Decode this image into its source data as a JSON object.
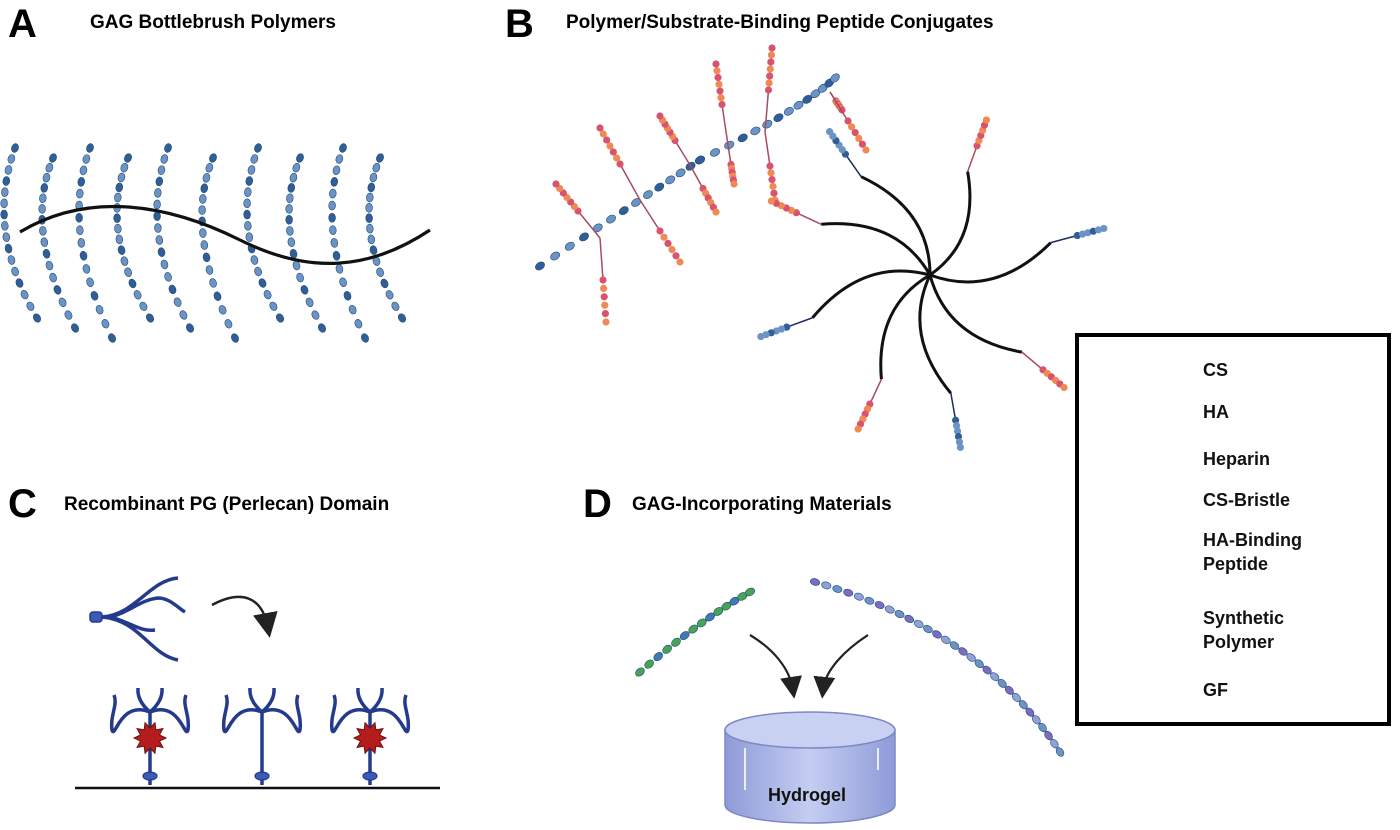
{
  "panels": {
    "A": {
      "letter": "A",
      "title": "GAG Bottlebrush Polymers"
    },
    "B": {
      "letter": "B",
      "title": "Polymer/Substrate-Binding Peptide Conjugates"
    },
    "C": {
      "letter": "C",
      "title": "Recombinant PG (Perlecan) Domain"
    },
    "D": {
      "letter": "D",
      "title": "GAG-Incorporating Materials"
    }
  },
  "hydrogel_label": "Hydrogel",
  "legend": {
    "cs": "CS",
    "ha": "HA",
    "heparin": "Heparin",
    "cs_bristle": "CS-Bristle",
    "ha_binding_peptide": "HA-Binding Peptide",
    "synthetic_polymer": "Synthetic Polymer",
    "gf": "GF"
  },
  "colors": {
    "cs_dark": "#2f5f96",
    "cs_light": "#6b94c4",
    "ha_red": "#d9536f",
    "ha_orange": "#ef8a55",
    "heparin_green": "#46a458",
    "heparin_blue": "#3f79b2",
    "peptide_line": "#a84b5e",
    "backbone": "#111111",
    "perlecan": "#243a8c",
    "gf_red": "#b51d1d",
    "hydrogel": "#a7b3e6",
    "purple": "#7a6cc0"
  }
}
